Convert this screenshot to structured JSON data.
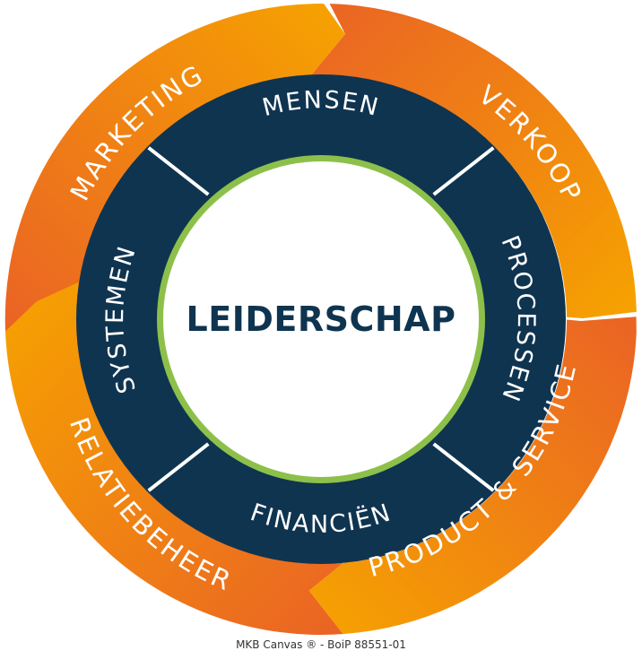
{
  "center": {
    "label": "LEIDERSCHAP"
  },
  "inner_ring": [
    {
      "label": "MENSEN"
    },
    {
      "label": "PROCESSEN"
    },
    {
      "label": "FINANCIËN"
    },
    {
      "label": "SYSTEMEN"
    }
  ],
  "outer_ring": [
    {
      "label": "MARKETING"
    },
    {
      "label": "VERKOOP"
    },
    {
      "label": "PRODUCT & SERVICE"
    },
    {
      "label": "RELATIEBEHEER"
    }
  ],
  "footer": {
    "text": "MKB Canvas ® - BoiP 88551-01"
  },
  "colors": {
    "navy": "#0f3450",
    "green": "#8dc04a",
    "orange_light": "#f6a300",
    "orange_dark": "#ea6325",
    "white": "#ffffff"
  }
}
